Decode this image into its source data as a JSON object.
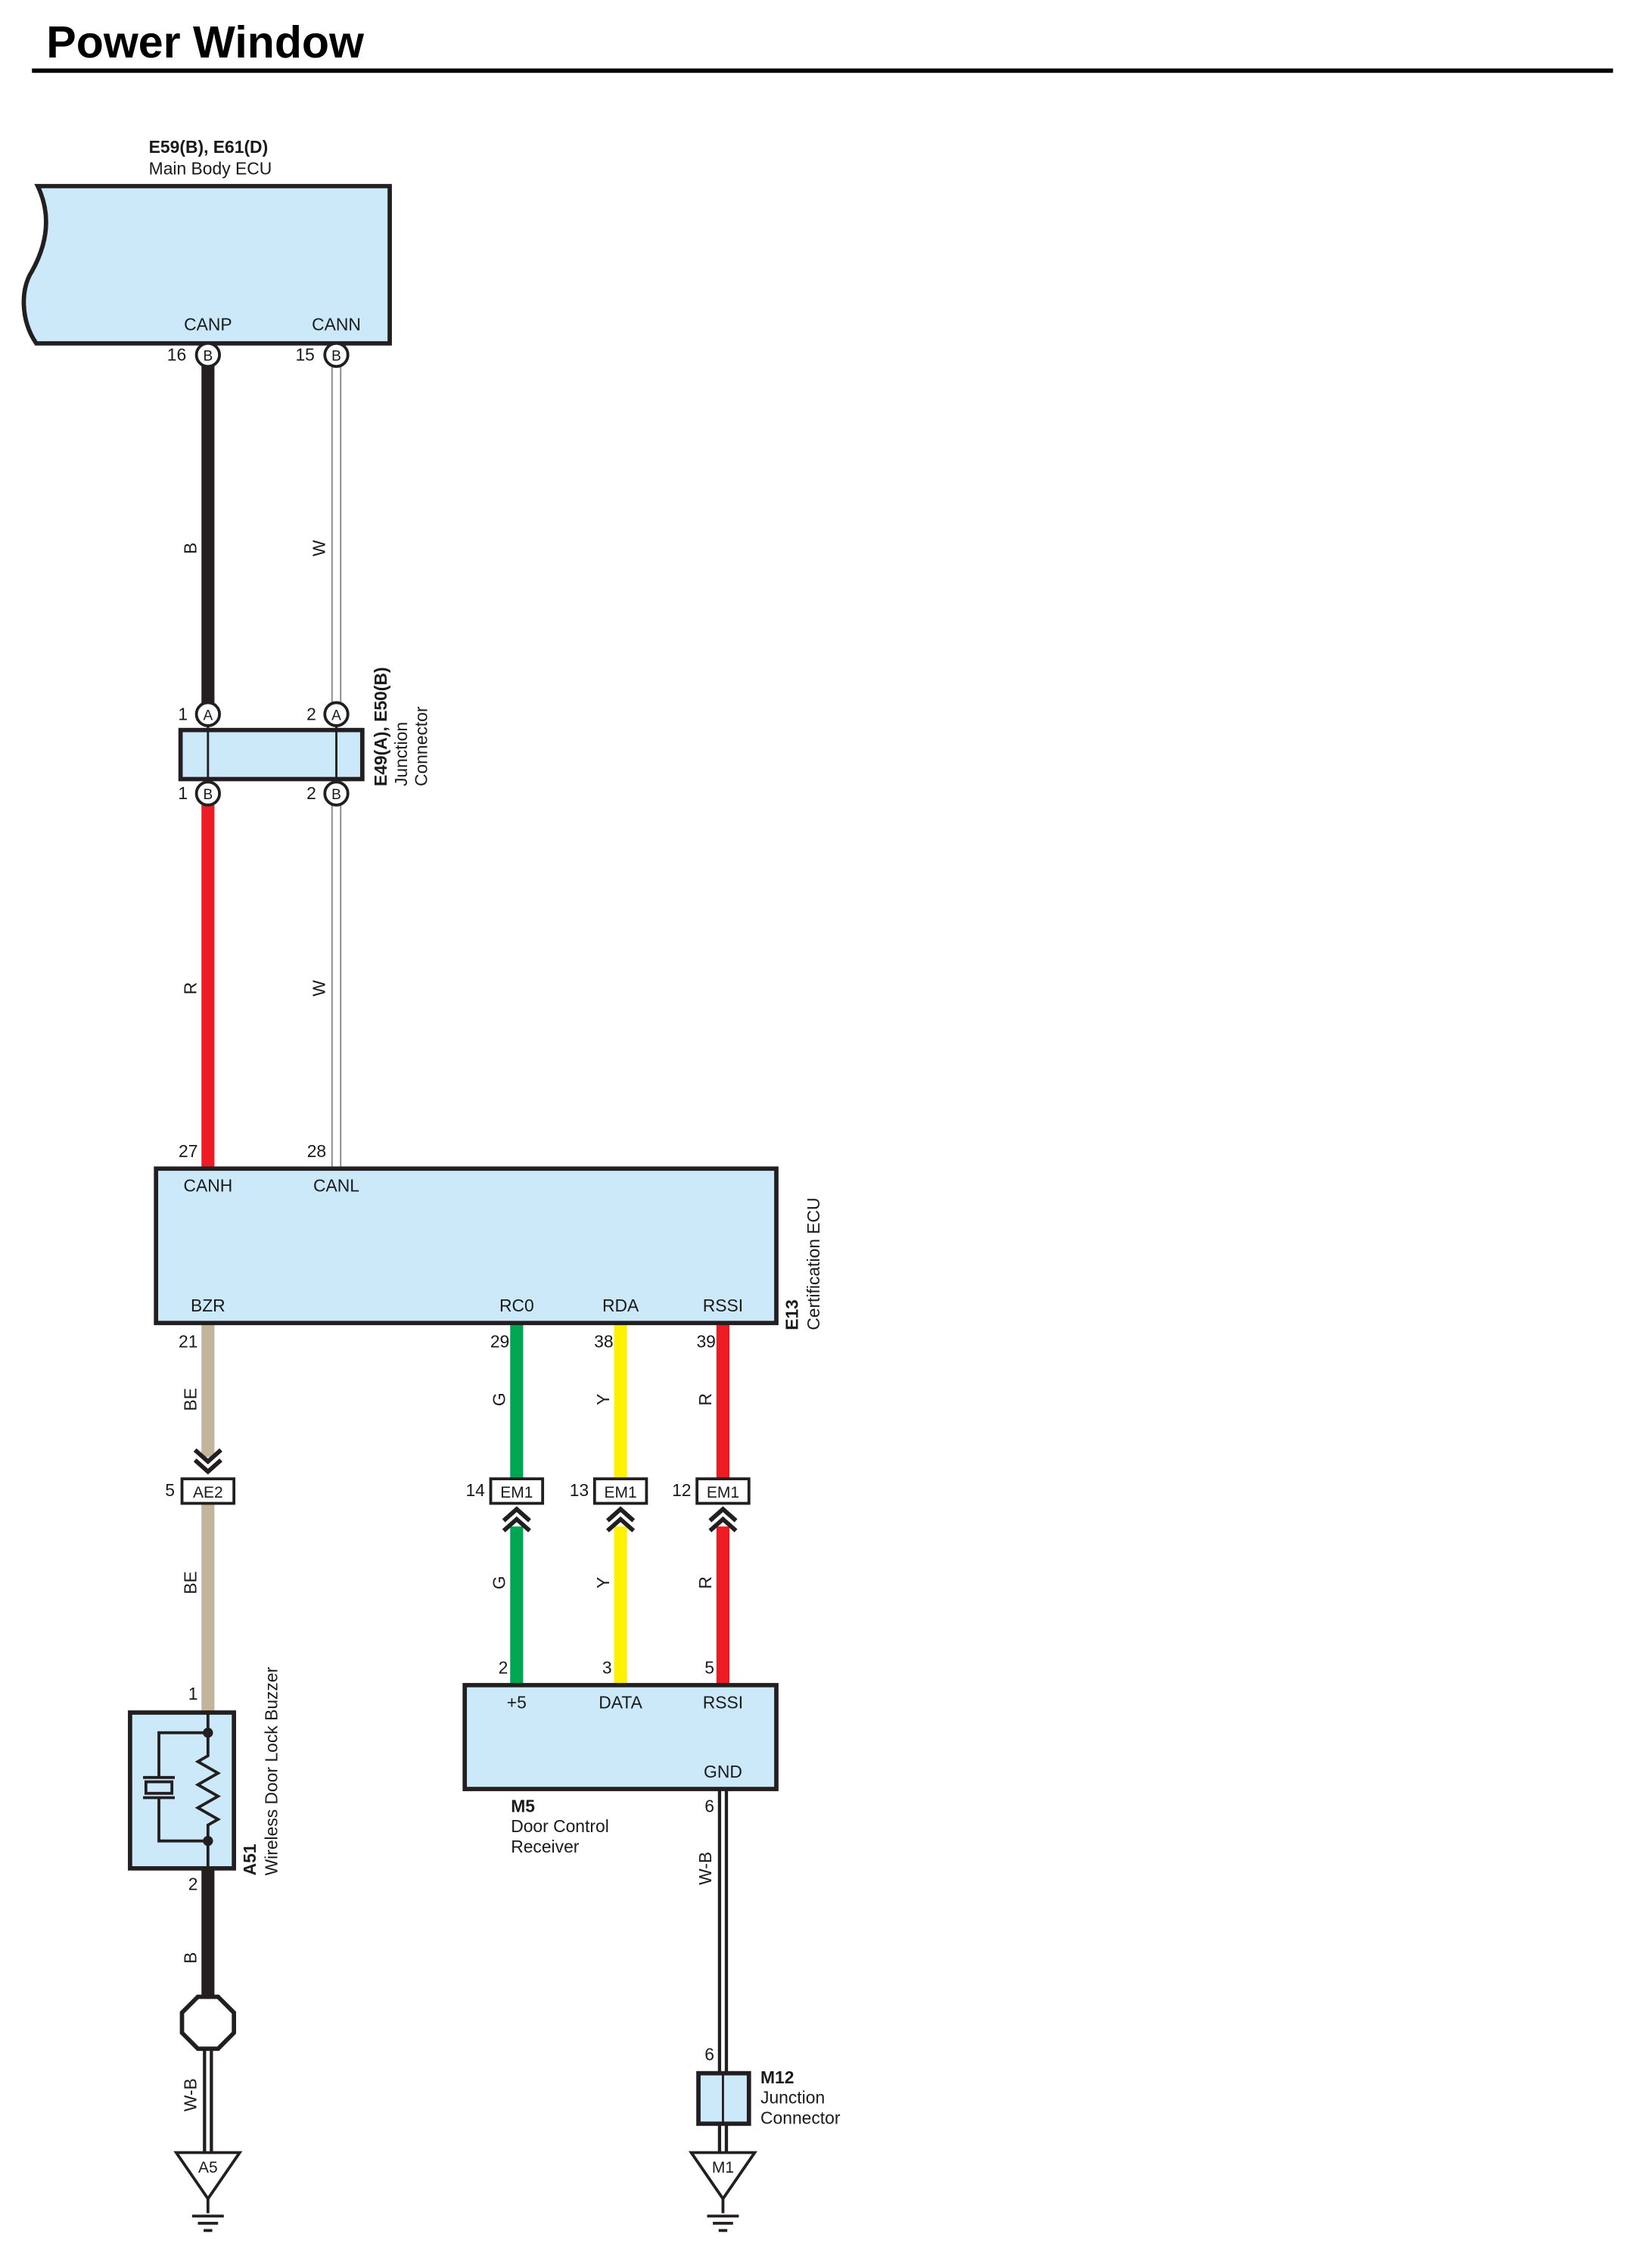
{
  "title": "Power Window",
  "components": {
    "main_body_ecu": {
      "code": "E59(B), E61(D)",
      "name": "Main Body ECU",
      "pin_canp": "CANP",
      "pin_cann": "CANN"
    },
    "junction_e49": {
      "code": "E49(A), E50(B)",
      "name_line1": "Junction",
      "name_line2": "Connector"
    },
    "cert_ecu": {
      "code": "E13",
      "name": "Certification ECU",
      "pin_canh": "CANH",
      "pin_canl": "CANL",
      "pin_bzr": "BZR",
      "pin_rc0": "RC0",
      "pin_rda": "RDA",
      "pin_rssi": "RSSI"
    },
    "buzzer": {
      "code": "A51",
      "name": "Wireless Door Lock Buzzer"
    },
    "door_receiver": {
      "code": "M5",
      "name_line1": "Door Control",
      "name_line2": "Receiver",
      "pin_p5": "+5",
      "pin_data": "DATA",
      "pin_rssi": "RSSI",
      "pin_gnd": "GND"
    },
    "junction_m12": {
      "code": "M12",
      "name_line1": "Junction",
      "name_line2": "Connector"
    }
  },
  "pins": {
    "canp_no": "16",
    "canp_conn": "B",
    "cann_no": "15",
    "cann_conn": "B",
    "j_a1_no": "1",
    "j_a1_conn": "A",
    "j_a2_no": "2",
    "j_a2_conn": "A",
    "j_b1_no": "1",
    "j_b1_conn": "B",
    "j_b2_no": "2",
    "j_b2_conn": "B",
    "canh_no": "27",
    "canl_no": "28",
    "bzr_no": "21",
    "rc0_no": "29",
    "rda_no": "38",
    "rssi_no": "39",
    "ae2_no": "5",
    "ae2_label": "AE2",
    "em1_a_no": "14",
    "em1_b_no": "13",
    "em1_c_no": "12",
    "em1_label": "EM1",
    "buzzer_1": "1",
    "buzzer_2": "2",
    "recv_p5": "2",
    "recv_data": "3",
    "recv_rssi": "5",
    "recv_gnd": "6",
    "m12_no": "6"
  },
  "wires": {
    "canp_upper": "B",
    "cann_upper": "W",
    "canh_lower": "R",
    "canl_lower": "W",
    "bzr_upper": "BE",
    "bzr_lower": "BE",
    "rc0_upper": "G",
    "rc0_lower": "G",
    "rda_upper": "Y",
    "rda_lower": "Y",
    "rssi_upper": "R",
    "rssi_lower": "R",
    "buzzer_out": "B",
    "ground_a5_wire": "W-B",
    "gnd_recv": "W-B"
  },
  "grounds": {
    "a5": "A5",
    "m1": "M1"
  },
  "colors": {
    "black": "#231f20",
    "white_wire_edge": "#8a8a8a",
    "red": "#ed1c24",
    "beige": "#c2b59b",
    "green": "#00a651",
    "yellow": "#fff200",
    "box_fill": "#cce9f9"
  }
}
